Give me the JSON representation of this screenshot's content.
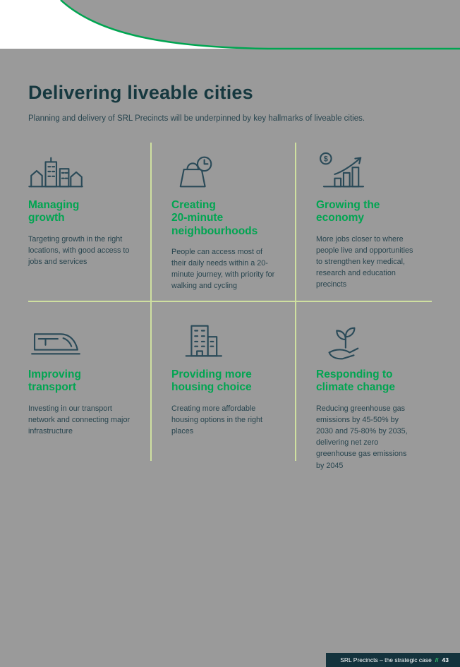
{
  "page": {
    "title": "Delivering liveable cities",
    "intro": "Planning and delivery of SRL Precincts will be underpinned by key hallmarks of liveable cities.",
    "footer": {
      "label": "SRL Precincts – the strategic case",
      "divider": "//",
      "page_number": "43"
    },
    "colors": {
      "background": "#9a9a9a",
      "accent_green": "#00a551",
      "dark_teal": "#16383f",
      "divider": "#cfe0a0",
      "footer_bg": "#14333d"
    }
  },
  "cards": [
    {
      "icon": "city-growth-icon",
      "title": "Managing\ngrowth",
      "body": "Targeting growth in the right locations, with good access to jobs and services"
    },
    {
      "icon": "bag-clock-icon",
      "title": "Creating\n20-minute\nneighbourhoods",
      "body": "People can access most of their daily needs within a 20-minute journey, with priority for walking and cycling"
    },
    {
      "icon": "economy-chart-icon",
      "title": "Growing the\neconomy",
      "body": "More jobs closer to where people live and opportunities to strengthen key medical, research and education precincts"
    },
    {
      "icon": "train-icon",
      "title": "Improving\ntransport",
      "body": "Investing in our transport network and connecting major infrastructure"
    },
    {
      "icon": "housing-icon",
      "title": "Providing more\nhousing choice",
      "body": "Creating more affordable housing options in the right places"
    },
    {
      "icon": "hand-plant-icon",
      "title": "Responding to\nclimate change",
      "body": "Reducing greenhouse gas emissions by 45-50% by 2030 and 75-80% by 2035, delivering net zero greenhouse gas emissions by 2045"
    }
  ]
}
